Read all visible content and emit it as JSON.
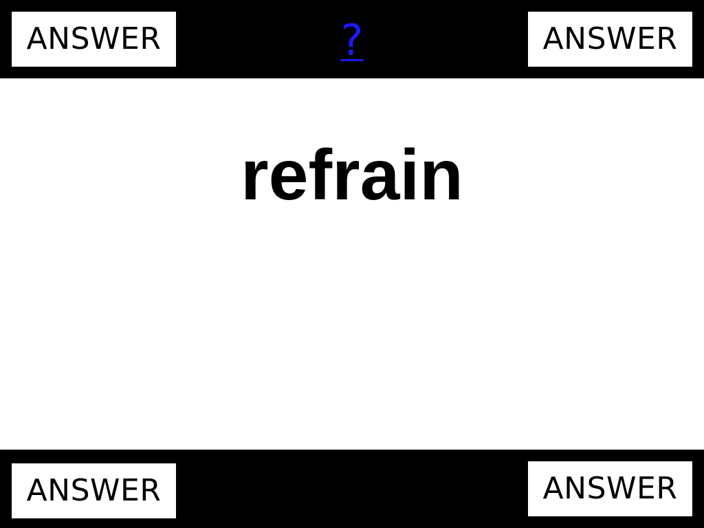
{
  "question_link": {
    "label": "?"
  },
  "word": "refrain",
  "buttons": {
    "top_left": "ANSWER",
    "top_right": "ANSWER",
    "bottom_left": "ANSWER",
    "bottom_right": "ANSWER"
  },
  "colors": {
    "bar": "#000000",
    "background": "#ffffff",
    "link": "#1a1aff"
  }
}
